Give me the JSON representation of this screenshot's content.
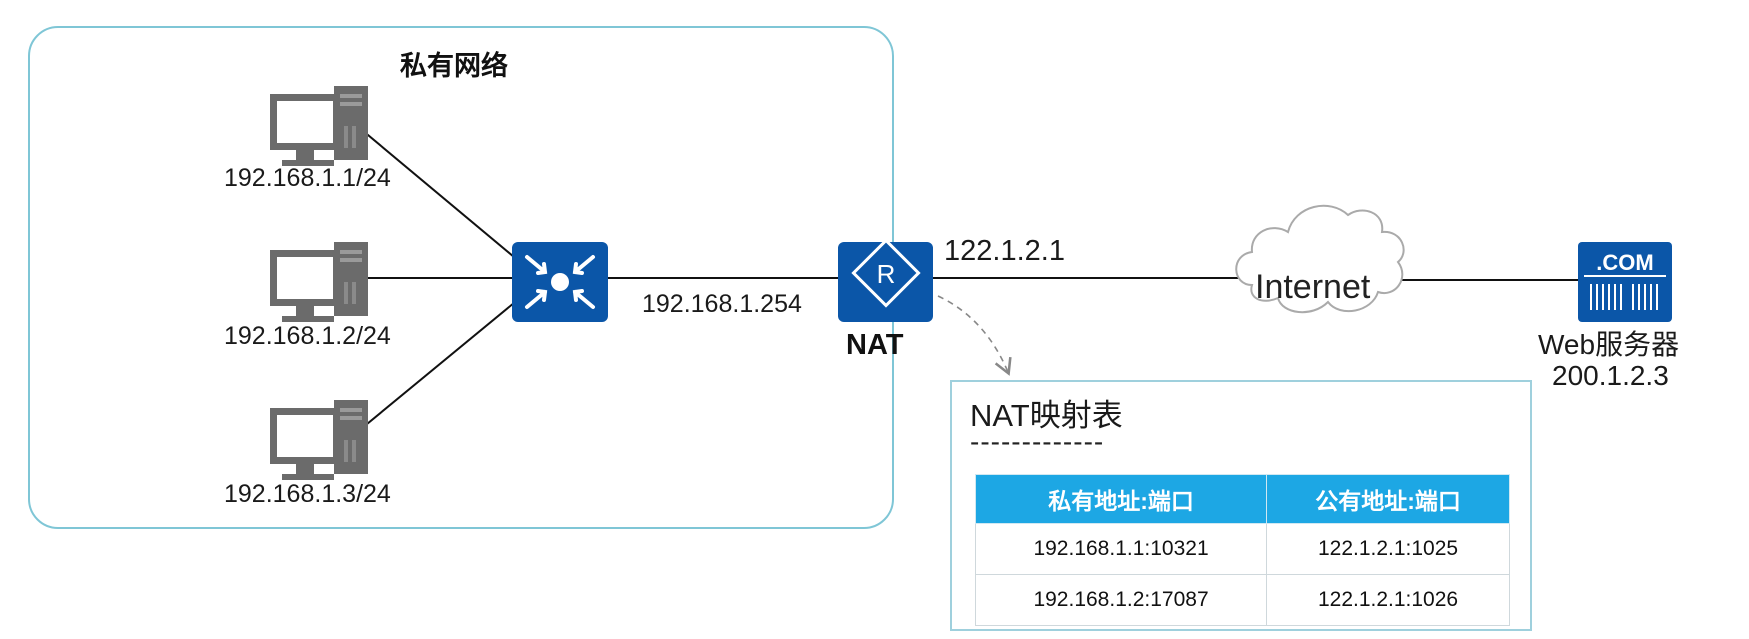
{
  "private_network": {
    "title": "私有网络"
  },
  "hosts": [
    {
      "ip": "192.168.1.1/24"
    },
    {
      "ip": "192.168.1.2/24"
    },
    {
      "ip": "192.168.1.3/24"
    }
  ],
  "switch": {
    "icon": "switch-icon"
  },
  "router": {
    "icon": "router-icon",
    "icon_letter": "R",
    "label": "NAT",
    "inside_ip": "192.168.1.254",
    "outside_ip": "122.1.2.1"
  },
  "cloud": {
    "label": "Internet"
  },
  "server": {
    "icon": "web-server-icon",
    "badge": ".COM",
    "title": "Web服务器",
    "ip": "200.1.2.3"
  },
  "nat_table": {
    "title": "NAT映射表",
    "divider": "-------------",
    "headers": [
      "私有地址:端口",
      "公有地址:端口"
    ],
    "rows": [
      [
        "192.168.1.1:10321",
        "122.1.2.1:1025"
      ],
      [
        "192.168.1.2:17087",
        "122.1.2.1:1026"
      ]
    ]
  },
  "colors": {
    "device_blue": "#0b56a8",
    "table_header": "#1da7e4",
    "panel_border": "#7fc6d6"
  }
}
